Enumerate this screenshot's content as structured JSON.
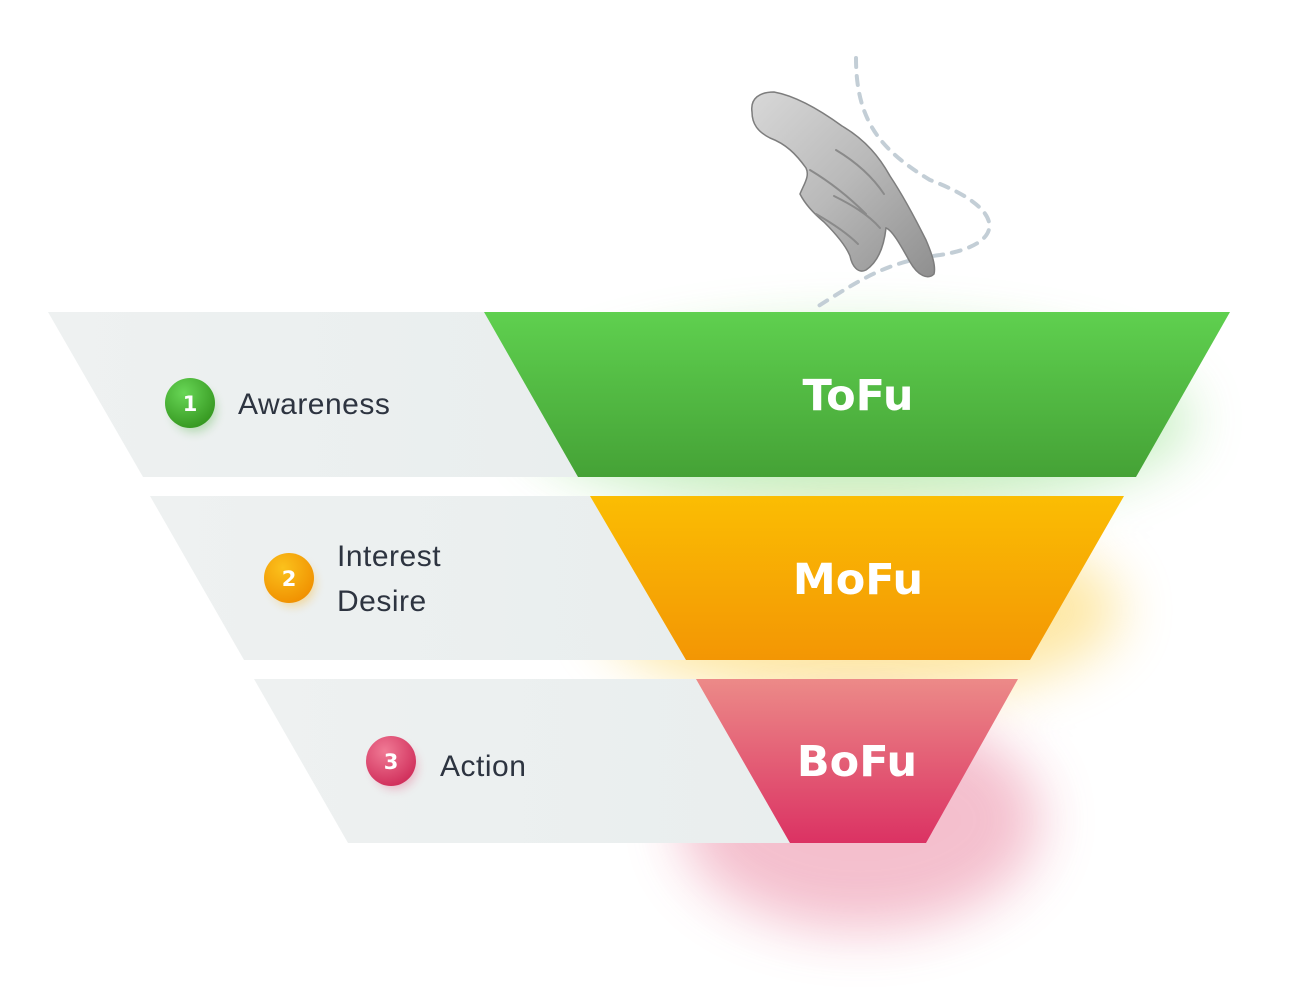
{
  "stages": [
    {
      "number": "1",
      "labels": [
        "Awareness"
      ],
      "code": "ToFu",
      "color": "#4caf3c"
    },
    {
      "number": "2",
      "labels": [
        "Interest",
        "Desire"
      ],
      "code": "MoFu",
      "color": "#f7a900"
    },
    {
      "number": "3",
      "labels": [
        "Action"
      ],
      "code": "BoFu",
      "color": "#e04a72"
    }
  ],
  "hand_icon": "pointing-hand-icon",
  "path_icon": "dashed-path-icon"
}
